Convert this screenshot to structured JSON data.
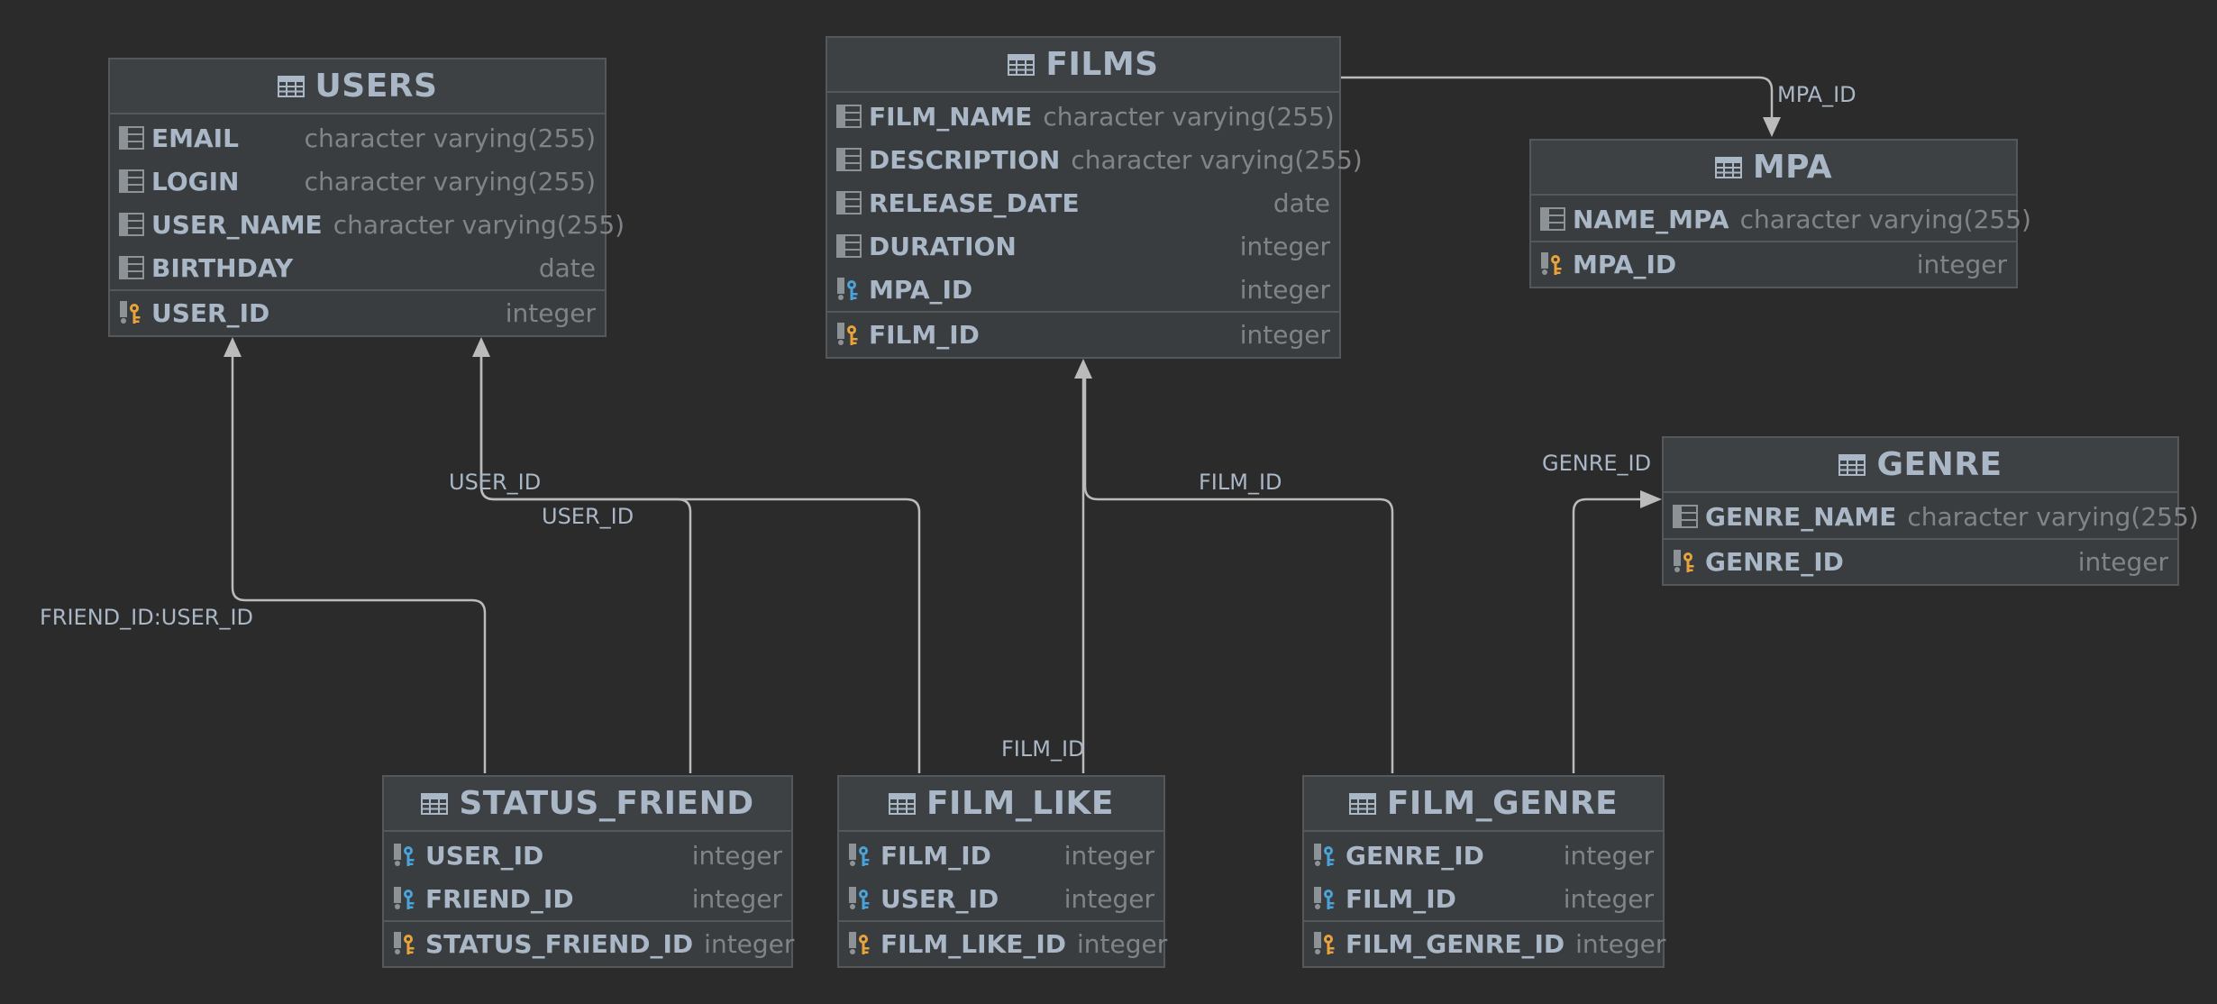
{
  "colors": {
    "background": "#2b2b2b",
    "entity_body": "#3a3d40",
    "entity_border": "#55585b",
    "text": "#a9b7c6",
    "type_text": "#808488",
    "connector": "#bbbbbb",
    "key_gold": "#e8a43a",
    "key_blue": "#4aa3d9"
  },
  "icons": {
    "table": "table-icon",
    "column": "column-icon",
    "foreign_key": "foreign-key-icon",
    "primary_key": "primary-key-icon"
  },
  "entities": {
    "users": {
      "title": "USERS",
      "columns": [
        {
          "name": "EMAIL",
          "type": "character varying(255)"
        },
        {
          "name": "LOGIN",
          "type": "character varying(255)"
        },
        {
          "name": "USER_NAME",
          "type": "character varying(255)"
        },
        {
          "name": "BIRTHDAY",
          "type": "date"
        }
      ],
      "pk": {
        "name": "USER_ID",
        "type": "integer"
      }
    },
    "films": {
      "title": "FILMS",
      "columns": [
        {
          "name": "FILM_NAME",
          "type": "character varying(255)"
        },
        {
          "name": "DESCRIPTION",
          "type": "character varying(255)"
        },
        {
          "name": "RELEASE_DATE",
          "type": "date"
        },
        {
          "name": "DURATION",
          "type": "integer"
        },
        {
          "name": "MPA_ID",
          "type": "integer"
        }
      ],
      "pk": {
        "name": "FILM_ID",
        "type": "integer"
      }
    },
    "mpa": {
      "title": "MPA",
      "columns": [
        {
          "name": "NAME_MPA",
          "type": "character varying(255)"
        }
      ],
      "pk": {
        "name": "MPA_ID",
        "type": "integer"
      }
    },
    "genre": {
      "title": "GENRE",
      "columns": [
        {
          "name": "GENRE_NAME",
          "type": "character varying(255)"
        }
      ],
      "pk": {
        "name": "GENRE_ID",
        "type": "integer"
      }
    },
    "status_friend": {
      "title": "STATUS_FRIEND",
      "columns": [
        {
          "name": "USER_ID",
          "type": "integer"
        },
        {
          "name": "FRIEND_ID",
          "type": "integer"
        }
      ],
      "pk": {
        "name": "STATUS_FRIEND_ID",
        "type": "integer"
      }
    },
    "film_like": {
      "title": "FILM_LIKE",
      "columns": [
        {
          "name": "FILM_ID",
          "type": "integer"
        },
        {
          "name": "USER_ID",
          "type": "integer"
        }
      ],
      "pk": {
        "name": "FILM_LIKE_ID",
        "type": "integer"
      }
    },
    "film_genre": {
      "title": "FILM_GENRE",
      "columns": [
        {
          "name": "GENRE_ID",
          "type": "integer"
        },
        {
          "name": "FILM_ID",
          "type": "integer"
        }
      ],
      "pk": {
        "name": "FILM_GENRE_ID",
        "type": "integer"
      }
    }
  },
  "relations": {
    "films_mpa": "MPA_ID",
    "film_genre_genre": "GENRE_ID",
    "film_genre_films": "FILM_ID",
    "film_like_films": "FILM_ID",
    "film_like_users": "USER_ID",
    "status_friend_users_user": "USER_ID",
    "status_friend_users_friend": "FRIEND_ID:USER_ID"
  }
}
